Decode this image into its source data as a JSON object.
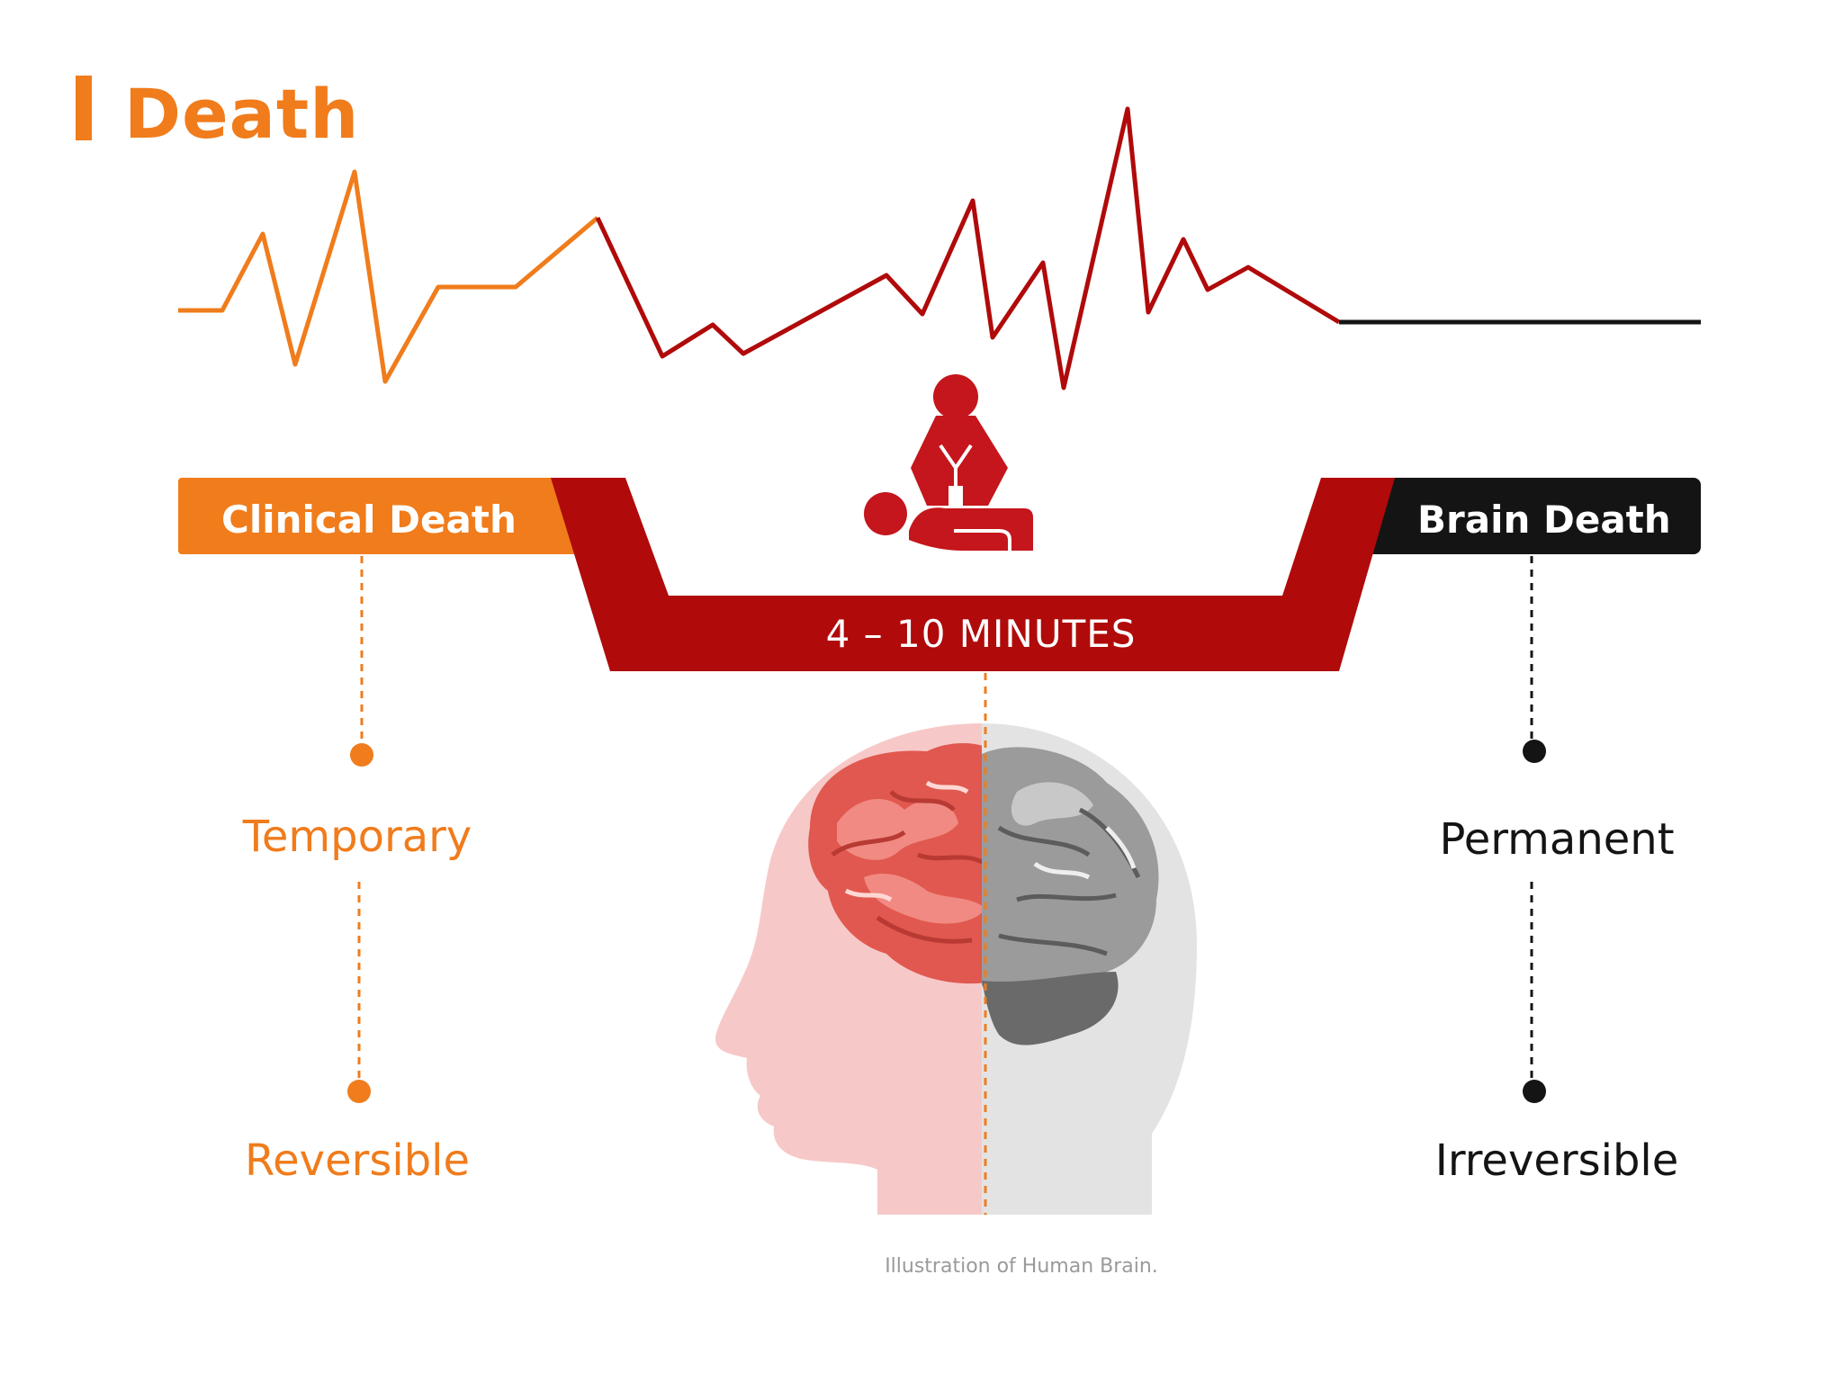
{
  "title": "Death",
  "colors": {
    "accent_orange": "#f07c1c",
    "deep_red": "#b00a0a",
    "black": "#141414",
    "brain_red": "#e0584f",
    "brain_gray": "#9b9b9b"
  },
  "left_tab": {
    "label": "Clinical Death"
  },
  "right_tab": {
    "label": "Brain Death"
  },
  "center_band": {
    "label": "4 – 10 MINUTES"
  },
  "left_states": {
    "first": "Temporary",
    "second": "Reversible"
  },
  "right_states": {
    "first": "Permanent",
    "second": "Irreversible"
  },
  "caption": "Illustration of Human Brain.",
  "icons": [
    "cpr-icon",
    "brain-head-icon",
    "ecg-line-icon"
  ]
}
